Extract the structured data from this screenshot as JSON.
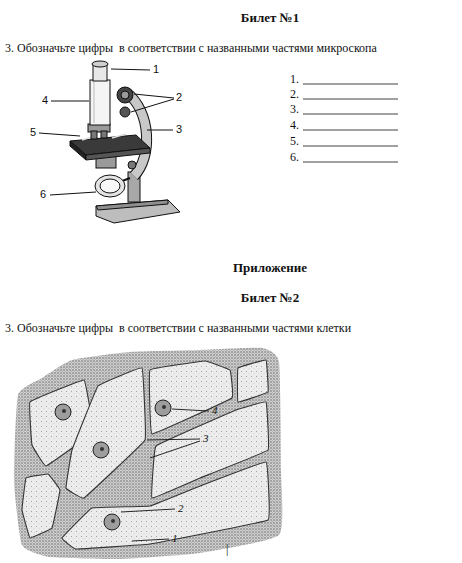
{
  "diagram": {
    "title": "Билет №1",
    "labels": [
      "3. Обозначьте цифры  в соответствии с названными частями микроскопа",
      "1",
      "2",
      "3",
      "4",
      "5",
      "6",
      "1.",
      "2.",
      "3.",
      "4.",
      "5.",
      "6.",
      "Приложение",
      "Билет №2",
      "3. Обозначьте цифры  в соответствии с названными частями клетки",
      "4",
      "3",
      "2",
      "1",
      "|"
    ]
  }
}
